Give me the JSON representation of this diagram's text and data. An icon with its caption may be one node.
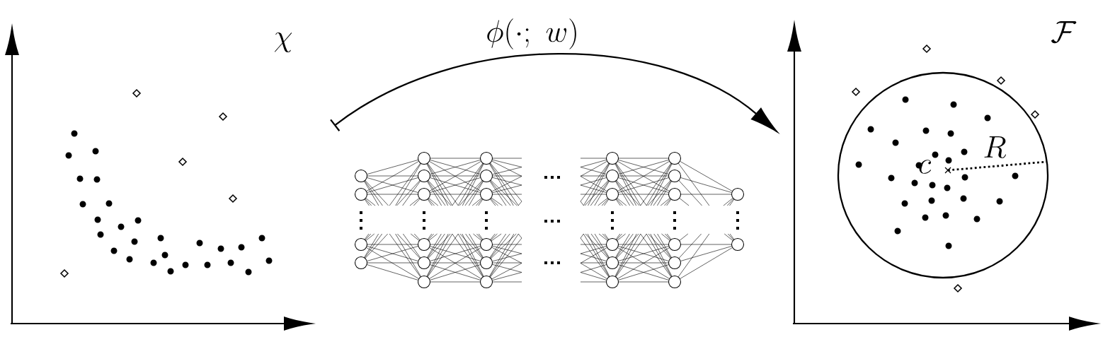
{
  "diagram": {
    "nodes": [
      {
        "text": [],
        "shape": "picture"
      },
      {
        "text": [],
        "shape": "picture"
      },
      {
        "text": [],
        "shape": "picture"
      }
    ],
    "edges": [
      {
        "from": 0,
        "to": 2,
        "arrow": "to",
        "label": "\\phi(\\cdot;\\ w)"
      }
    ],
    "labels": [
      "\\chi",
      "\\mathcal{F}",
      "c",
      "R"
    ]
  }
}
